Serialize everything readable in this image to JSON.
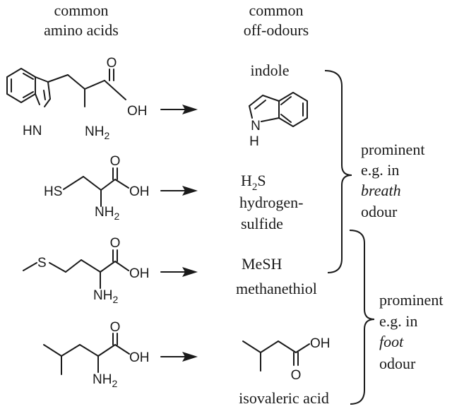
{
  "headers": {
    "left_line1": "common",
    "left_line2": "amino acids",
    "right_line1": "common",
    "right_line2": "off-odours"
  },
  "amino_labels": {
    "trp": {
      "oh": "OH",
      "nh2": "NH",
      "nh2_sub": "2",
      "hn": "HN"
    },
    "cys": {
      "hs": "HS",
      "oh": "OH",
      "nh2": "NH",
      "nh2_sub": "2",
      "o": "O"
    },
    "met": {
      "s": "S",
      "oh": "OH",
      "nh2": "NH",
      "nh2_sub": "2",
      "o": "O"
    },
    "leu": {
      "oh": "OH",
      "nh2": "NH",
      "nh2_sub": "2",
      "o": "O"
    }
  },
  "trp_o": "O",
  "products": {
    "indole": {
      "name": "indole",
      "n": "N",
      "h": "H"
    },
    "h2s": {
      "formula_h": "H",
      "formula_sub": "2",
      "formula_s": "S",
      "name_line1": "hydrogen-",
      "name_line2": "sulfide"
    },
    "mesh": {
      "formula": "MeSH",
      "name": "methanethiol"
    },
    "isovaleric": {
      "name": "isovaleric acid",
      "oh": "OH",
      "o": "O"
    }
  },
  "groups": {
    "breath": {
      "line1": "prominent",
      "line2": "e.g. in",
      "line3": "breath",
      "line4": "odour"
    },
    "foot": {
      "line1": "prominent",
      "line2": "e.g. in",
      "line3": "foot",
      "line4": "odour"
    }
  }
}
